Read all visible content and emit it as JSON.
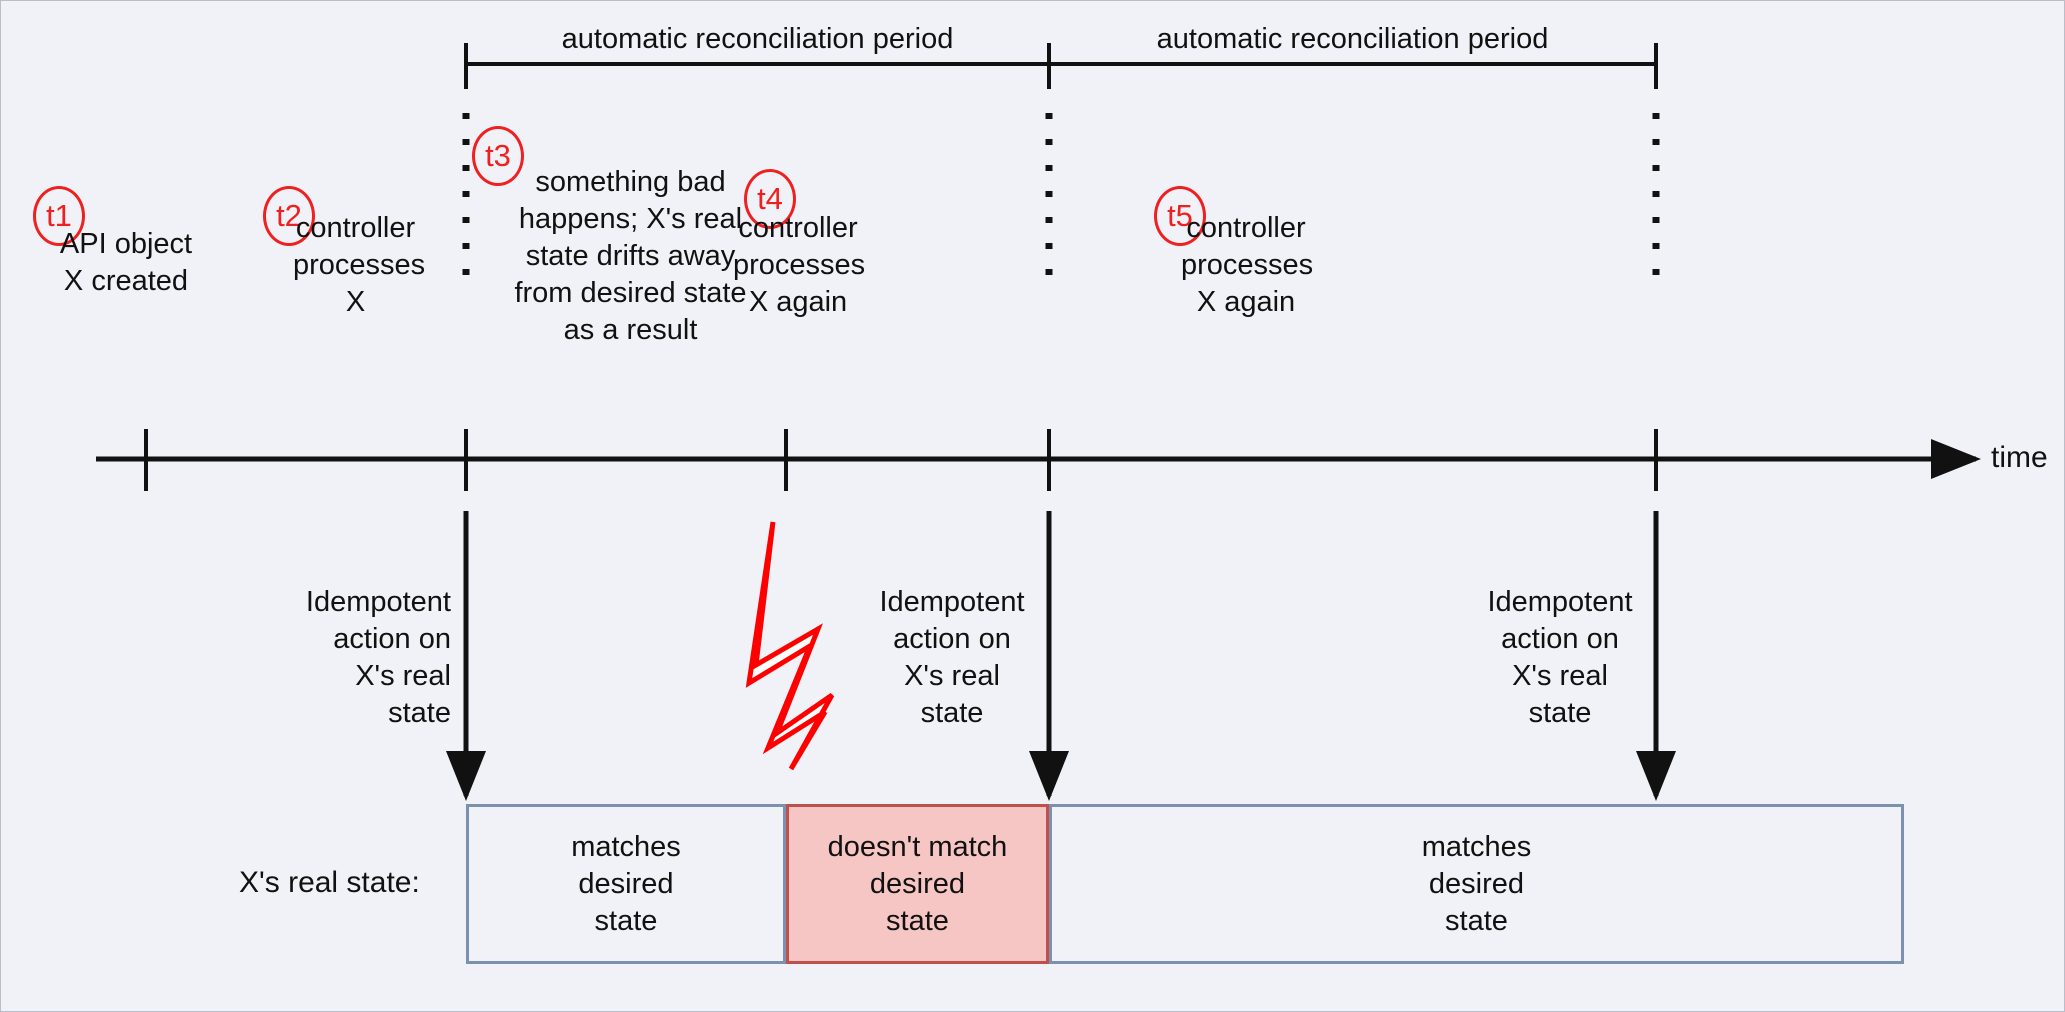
{
  "diagram": {
    "title_alt": "Kubernetes controller reconciliation timeline",
    "background_color": "#f0f2f7",
    "marker_color": "#ef2020",
    "box_ok_border": "#7b91ae",
    "box_bad_border": "#c0504d",
    "box_bad_fill": "#f6c6c4"
  },
  "periods": [
    {
      "label": "automatic reconciliation period"
    },
    {
      "label": "automatic reconciliation period"
    }
  ],
  "events": [
    {
      "marker": "t1",
      "text": "API object\nX created"
    },
    {
      "marker": "t2",
      "text": "controller\nprocesses\nX"
    },
    {
      "marker": "t3",
      "text": "something bad\nhappens; X's real\nstate drifts away\nfrom desired state\nas a result"
    },
    {
      "marker": "t4",
      "text": "controller\nprocesses\nX again"
    },
    {
      "marker": "t5",
      "text": "controller\nprocesses\nX again"
    }
  ],
  "axis": {
    "label": "time"
  },
  "actions": [
    {
      "text": "Idempotent\naction on\nX's real\nstate"
    },
    {
      "text": "Idempotent\naction on\nX's real\nstate"
    },
    {
      "text": "Idempotent\naction on\nX's real\nstate"
    }
  ],
  "state_row": {
    "label": "X's real state:",
    "segments": [
      {
        "text": "matches\ndesired\nstate",
        "status": "ok"
      },
      {
        "text": "doesn't match\ndesired\nstate",
        "status": "bad"
      },
      {
        "text": "matches\ndesired\nstate",
        "status": "ok"
      }
    ]
  },
  "icons": {
    "lightning": "lightning-bolt-icon",
    "arrow": "arrow-right-icon"
  }
}
